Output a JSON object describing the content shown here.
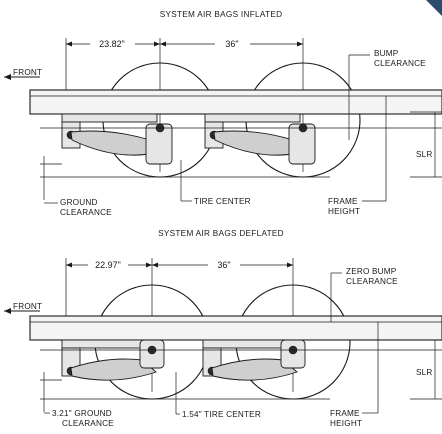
{
  "inflated": {
    "title": "SYSTEM AIR BAGS INFLATED",
    "dim_front_to_axle": "23.82\"",
    "dim_axle_spacing": "36\"",
    "front_label": "FRONT",
    "bump_label_line1": "BUMP",
    "bump_label_line2": "CLEARANCE",
    "slr_label": "SLR",
    "ground_label_line1": "GROUND",
    "ground_label_line2": "CLEARANCE",
    "tire_center_label": "TIRE  CENTER",
    "frame_height_line1": "FRAME",
    "frame_height_line2": "HEIGHT"
  },
  "deflated": {
    "title": "SYSTEM AIR BAGS DEFLATED",
    "dim_front_to_axle": "22.97\"",
    "dim_axle_spacing": "36\"",
    "front_label": "FRONT",
    "bump_label_line1": "ZERO  BUMP",
    "bump_label_line2": "CLEARANCE",
    "slr_label": "SLR",
    "ground_label_line1": "3.21\"  GROUND",
    "ground_label_line2": "CLEARANCE",
    "tire_center_label": "1.54\"  TIRE  CENTER",
    "frame_height_line1": "FRAME",
    "frame_height_line2": "HEIGHT"
  }
}
